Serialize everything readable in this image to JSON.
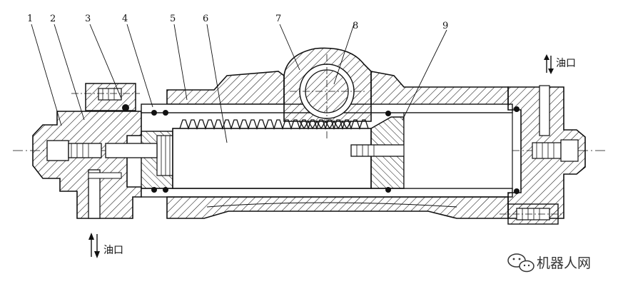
{
  "diagram": {
    "part_labels": [
      "1",
      "2",
      "3",
      "4",
      "5",
      "6",
      "7",
      "8",
      "9"
    ],
    "port_labels": {
      "top_right": "油口",
      "bottom_left": "油口"
    },
    "watermark": "机器人网",
    "colors": {
      "ink": "#111111",
      "paper": "#ffffff",
      "watermark": "#333333"
    },
    "icons": [
      "wechat-logo-icon",
      "oil-flow-arrow-icon"
    ]
  }
}
